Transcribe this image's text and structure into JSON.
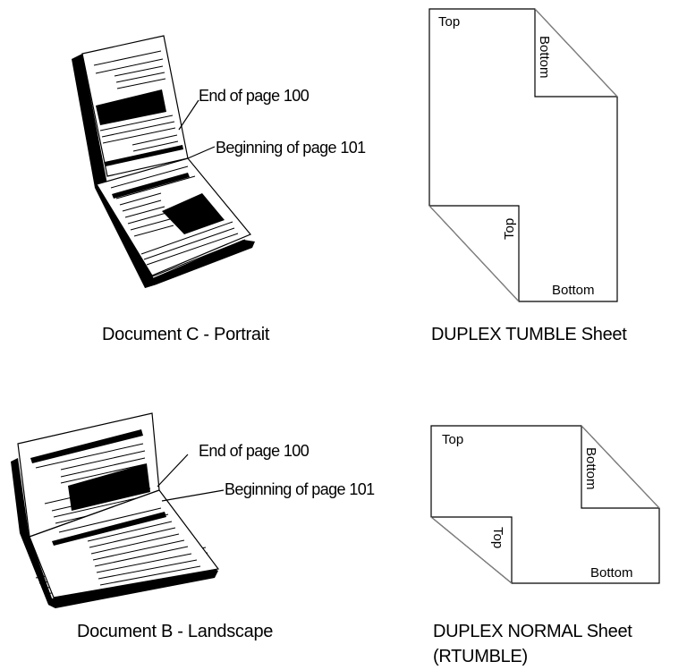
{
  "figures": {
    "portrait_book": {
      "callout_end": "End of page 100",
      "callout_begin": "Beginning of page 101",
      "caption": "Document C - Portrait"
    },
    "tumble_sheet": {
      "top_label": "Top",
      "bottom_label": "Bottom",
      "fold_top_label": "Top",
      "fold_bottom_label": "Bottom",
      "caption": "DUPLEX TUMBLE Sheet"
    },
    "landscape_book": {
      "callout_end": "End of page 100",
      "callout_begin": "Beginning of page 101",
      "caption": "Document B - Landscape"
    },
    "normal_sheet": {
      "top_label": "Top",
      "bottom_label": "Bottom",
      "fold_top_label": "Top",
      "fold_bottom_label": "Bottom",
      "caption_line1": "DUPLEX NORMAL Sheet",
      "caption_line2": "(RTUMBLE)"
    }
  }
}
